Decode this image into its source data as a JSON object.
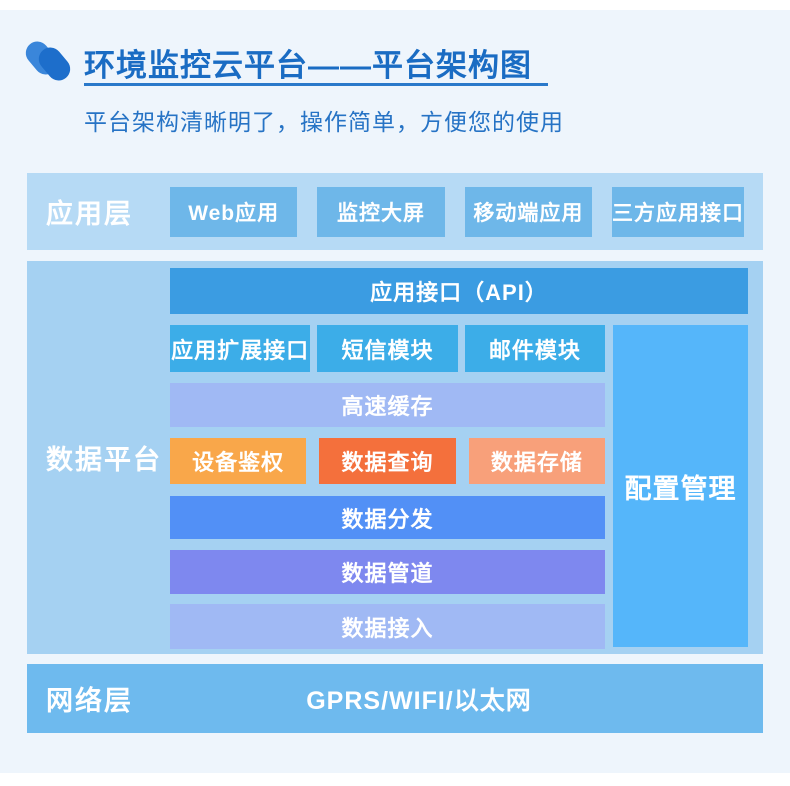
{
  "header": {
    "title": "环境监控云平台——平台架构图",
    "subtitle": "平台架构清晰明了，操作简单，方便您的使用",
    "logo_icon": "twin-pills-icon"
  },
  "layers": {
    "application": {
      "label": "应用层",
      "boxes": [
        "Web应用",
        "监控大屏",
        "移动端应用",
        "三方应用接口"
      ]
    },
    "data_platform": {
      "label": "数据平台",
      "api_bar": "应用接口（API）",
      "modules": [
        "应用扩展接口",
        "短信模块",
        "邮件模块"
      ],
      "cache_bar": "高速缓存",
      "services": [
        "设备鉴权",
        "数据查询",
        "数据存储"
      ],
      "distribute_bar": "数据分发",
      "pipeline_bar": "数据管道",
      "access_bar": "数据接入",
      "config_box": "配置管理"
    },
    "network": {
      "label": "网络层",
      "content": "GPRS/WIFI/以太网"
    }
  },
  "colors": {
    "page_background": "#eef5fc",
    "title_text": "#1a6cc3",
    "subtitle_text": "#2673c5",
    "title_underline": "#2a79ca",
    "app_band": "#b6daf5",
    "app_box": "#6eb7e9",
    "data_band": "#a5d1f2",
    "api_bar": "#3b9ce2",
    "module_box": "#3cade8",
    "cache_bar": "#a0b9f4",
    "auth_box": "#f9a74a",
    "query_box": "#f4703c",
    "storage_box": "#f8a07a",
    "distribute_bar": "#5290f6",
    "pipeline_bar": "#7e88ef",
    "access_bar": "#a0b9f4",
    "config_box": "#55b6fa",
    "network_band": "#6ebaee",
    "box_text": "#ffffff"
  }
}
